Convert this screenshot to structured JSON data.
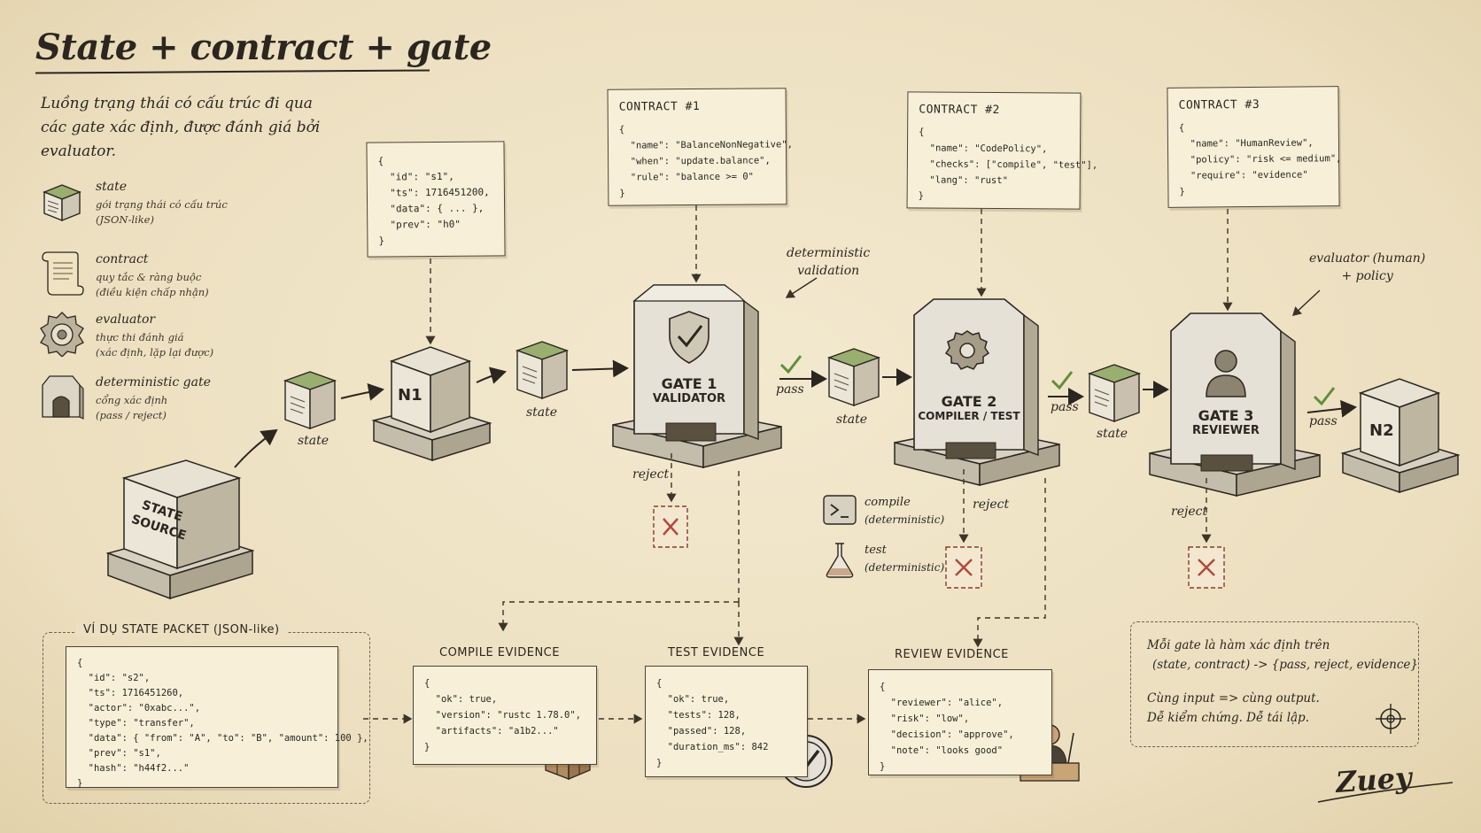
{
  "title": "State + contract + gate",
  "subtitle": "Luồng trạng thái có cấu trúc đi qua các gate xác định, được đánh giá bởi evaluator.",
  "legend": [
    {
      "icon": "state-cube-icon",
      "name": "state",
      "desc1": "gói trạng thái có cấu trúc",
      "desc2": "(JSON-like)"
    },
    {
      "icon": "contract-scroll-icon",
      "name": "contract",
      "desc1": "quy tắc & ràng buộc",
      "desc2": "(điều kiện chấp nhận)"
    },
    {
      "icon": "evaluator-gear-icon",
      "name": "evaluator",
      "desc1": "thực thi đánh giá",
      "desc2": "(xác định, lặp lại được)"
    },
    {
      "icon": "gate-arch-icon",
      "name": "deterministic gate",
      "desc1": "cổng xác định",
      "desc2": "(pass / reject)"
    }
  ],
  "source": {
    "label": "STATE SOURCE"
  },
  "nodes": {
    "n1": "N1",
    "n2": "N2"
  },
  "state_label": "state",
  "pass_label": "pass",
  "reject_label": "reject",
  "n1_state_json": "{\n  \"id\": \"s1\",\n  \"ts\": 1716451200,\n  \"data\": { ... },\n  \"prev\": \"h0\"\n}",
  "contracts": [
    {
      "title": "CONTRACT #1",
      "json": "{\n  \"name\": \"BalanceNonNegative\",\n  \"when\": \"update.balance\",\n  \"rule\": \"balance >= 0\"\n}"
    },
    {
      "title": "CONTRACT #2",
      "json": "{\n  \"name\": \"CodePolicy\",\n  \"checks\": [\"compile\", \"test\"],\n  \"lang\": \"rust\"\n}"
    },
    {
      "title": "CONTRACT #3",
      "json": "{\n  \"name\": \"HumanReview\",\n  \"policy\": \"risk <= medium\",\n  \"require\": \"evidence\"\n}"
    }
  ],
  "gates": [
    {
      "line1": "GATE 1",
      "line2": "VALIDATOR",
      "icon": "shield-check-icon"
    },
    {
      "line1": "GATE 2",
      "line2": "COMPILER / TEST",
      "icon": "gear-icon"
    },
    {
      "line1": "GATE 3",
      "line2": "REVIEWER",
      "icon": "person-icon"
    }
  ],
  "annotations": {
    "deterministic": "deterministic\nvalidation",
    "evaluator": "evaluator (human)\n+ policy"
  },
  "gate2_tools": [
    {
      "icon": "terminal-icon",
      "name": "compile",
      "note": "(deterministic)"
    },
    {
      "icon": "flask-icon",
      "name": "test",
      "note": "(deterministic)"
    }
  ],
  "packet": {
    "title": "VÍ DỤ STATE PACKET (JSON-like)",
    "json": "{\n  \"id\": \"s2\",\n  \"ts\": 1716451260,\n  \"actor\": \"0xabc...\",\n  \"type\": \"transfer\",\n  \"data\": { \"from\": \"A\", \"to\": \"B\", \"amount\": 100 },\n  \"prev\": \"s1\",\n  \"hash\": \"h44f2...\"\n}"
  },
  "evidence": [
    {
      "title": "COMPILE EVIDENCE",
      "json": "{\n  \"ok\": true,\n  \"version\": \"rustc 1.78.0\",\n  \"artifacts\": \"a1b2...\"\n}"
    },
    {
      "title": "TEST EVIDENCE",
      "json": "{\n  \"ok\": true,\n  \"tests\": 128,\n  \"passed\": 128,\n  \"duration_ms\": 842\n}"
    },
    {
      "title": "REVIEW EVIDENCE",
      "json": "{\n  \"reviewer\": \"alice\",\n  \"risk\": \"low\",\n  \"decision\": \"approve\",\n  \"note\": \"looks good\"\n}"
    }
  ],
  "summary": {
    "line1": "Mỗi gate là hàm xác định trên",
    "line2": "(state, contract) -> {pass, reject, evidence}",
    "line3": "Cùng input => cùng output.",
    "line4": "Dễ kiểm chứng. Dễ tái lập."
  },
  "signature": "Zuey",
  "colors": {
    "paper": "#efe4c7",
    "ink": "#2b2620",
    "green": "#8aa05e",
    "check": "#5f8f3a",
    "reject": "#b04a3c",
    "stone": "#e6e1d6"
  }
}
